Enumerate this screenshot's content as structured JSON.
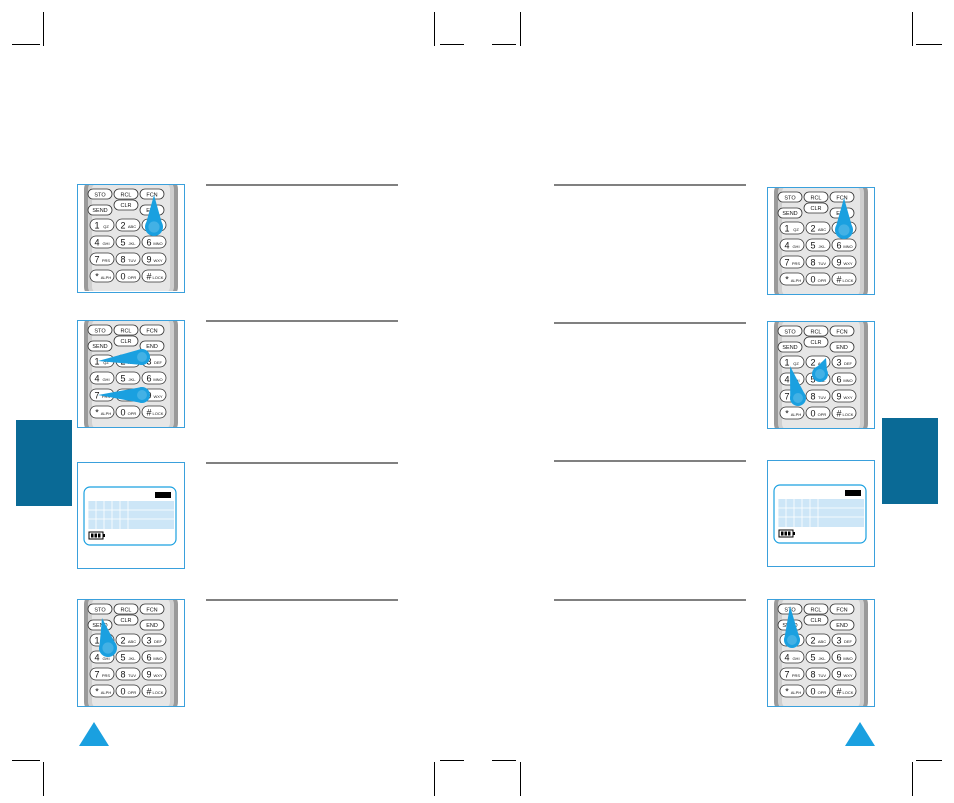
{
  "keypad": {
    "row1": [
      "STO",
      "RCL",
      "FCN"
    ],
    "row2": [
      "SEND",
      "CLR",
      "END"
    ],
    "digits": [
      {
        "num": "1",
        "sub": "QZ"
      },
      {
        "num": "2",
        "sub": "ABC"
      },
      {
        "num": "3",
        "sub": "DEF"
      },
      {
        "num": "4",
        "sub": "GHI"
      },
      {
        "num": "5",
        "sub": "JKL"
      },
      {
        "num": "6",
        "sub": "MNO"
      },
      {
        "num": "7",
        "sub": "PRS"
      },
      {
        "num": "8",
        "sub": "TUV"
      },
      {
        "num": "9",
        "sub": "WXY"
      },
      {
        "num": "*",
        "sub": "ALPH"
      },
      {
        "num": "0",
        "sub": "OPR"
      },
      {
        "num": "#",
        "sub": "LOCK"
      }
    ]
  },
  "colors": {
    "accent": "#1aa0e0",
    "tab": "#0a6a96",
    "panel_border": "#3aa0dc",
    "rule": "#808080"
  },
  "icons": [
    "battery-icon",
    "pointer-triangle-icon",
    "page-corner-triangle-icon"
  ]
}
